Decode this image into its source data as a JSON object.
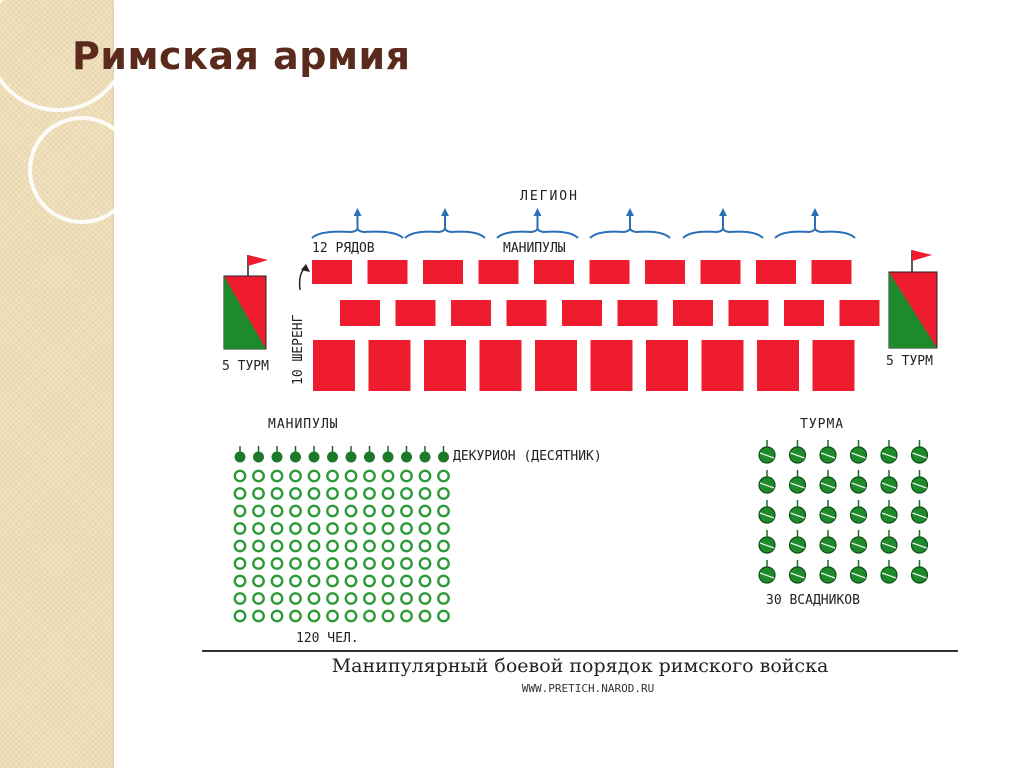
{
  "slide": {
    "title": "Римская армия"
  },
  "diagram": {
    "legion_label": "ЛЕГИОН",
    "rows_label": "12 РЯДОВ",
    "maniples_top_label": "МАНИПУЛЫ",
    "depth_label": "10 ШЕРЕНГ",
    "turm_left_label": "5 ТУРМ",
    "turm_right_label": "5 ТУРМ",
    "maniples_label": "МАНИПУЛЫ",
    "decurion_label": "ДЕКУРИОН (ДЕСЯТНИК)",
    "maniple_count_label": "120 ЧЕЛ.",
    "turma_label": "ТУРМА",
    "riders_label": "30 ВСАДНИКОВ",
    "caption": "Манипулярный боевой порядок римского войска",
    "source_url": "WWW.PRETICH.NAROD.RU"
  },
  "colors": {
    "maniple_red": "#ee1c2e",
    "cavalry_green": "#1e8a2c",
    "formation_green": "#2c9a36",
    "arrow_blue": "#2a6fb8",
    "title_brown": "#5a2a1c"
  }
}
